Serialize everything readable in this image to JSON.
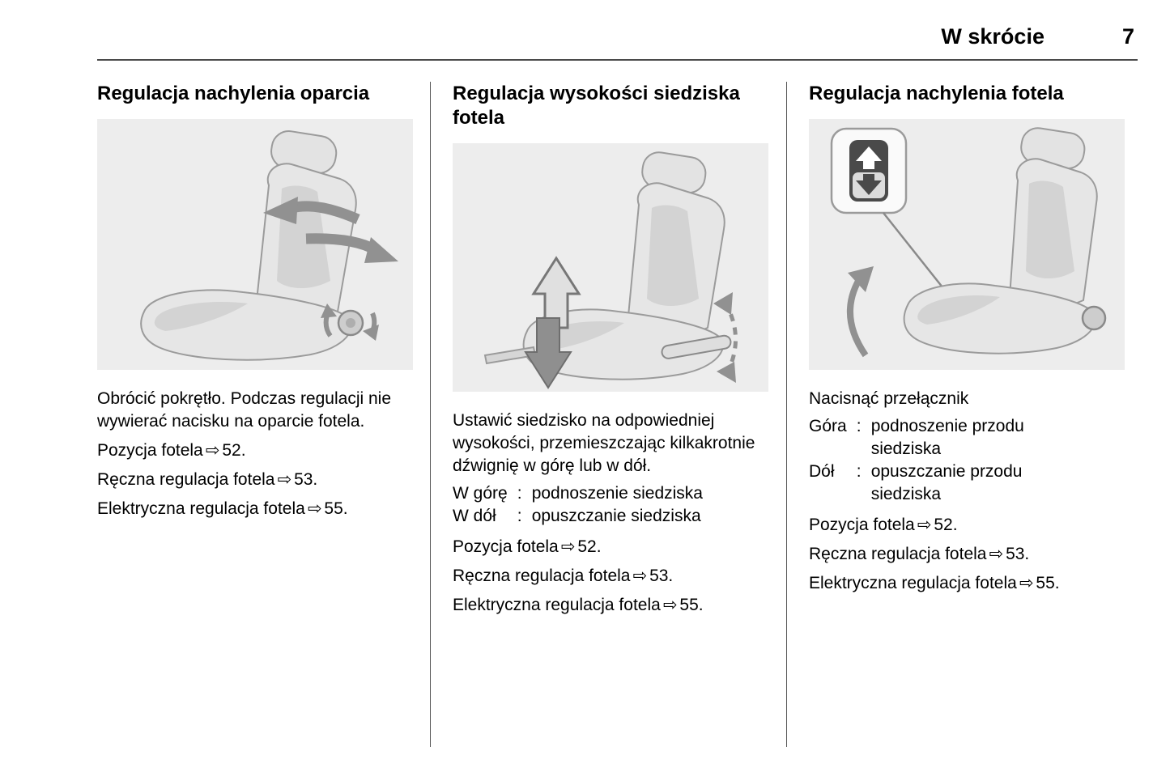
{
  "header": {
    "title": "W skrócie",
    "page_number": "7"
  },
  "ref_arrow": "⇨",
  "columns": [
    {
      "heading": "Regulacja nachylenia oparcia",
      "illustration": "seat-backrest-tilt",
      "paragraphs": [
        "Obrócić pokrętło. Podczas regulacji nie wywierać nacisku na oparcie fotela."
      ],
      "refs": [
        {
          "label": "Pozycja fotela",
          "page": "52."
        },
        {
          "label": "Ręczna regulacja fotela",
          "page": "53."
        },
        {
          "label": "Elektryczna regulacja fotela",
          "page": "55."
        }
      ]
    },
    {
      "heading": "Regulacja wysokości siedziska fotela",
      "illustration": "seat-height-adjust",
      "paragraphs": [
        "Ustawić siedzisko na odpowiedniej wysokości, przemieszczając kilkakrotnie dźwignię w górę lub w dół."
      ],
      "definitions": [
        {
          "term": "W górę",
          "sep": ":",
          "description": "podnoszenie siedziska"
        },
        {
          "term": "W dół",
          "sep": ":",
          "description": "opuszczanie siedziska"
        }
      ],
      "refs": [
        {
          "label": "Pozycja fotela",
          "page": "52."
        },
        {
          "label": "Ręczna regulacja fotela",
          "page": "53."
        },
        {
          "label": "Elektryczna regulacja fotela",
          "page": "55."
        }
      ]
    },
    {
      "heading": "Regulacja nachylenia fotela",
      "illustration": "seat-tilt-switch",
      "paragraphs": [
        "Nacisnąć przełącznik"
      ],
      "definitions": [
        {
          "term": "Góra",
          "sep": ":",
          "description": "podnoszenie przodu siedziska"
        },
        {
          "term": "Dół",
          "sep": ":",
          "description": "opuszczanie przodu siedziska"
        }
      ],
      "refs": [
        {
          "label": "Pozycja fotela",
          "page": "52."
        },
        {
          "label": "Ręczna regulacja fotela",
          "page": "53."
        },
        {
          "label": "Elektryczna regulacja fotela",
          "page": "55."
        }
      ]
    }
  ]
}
